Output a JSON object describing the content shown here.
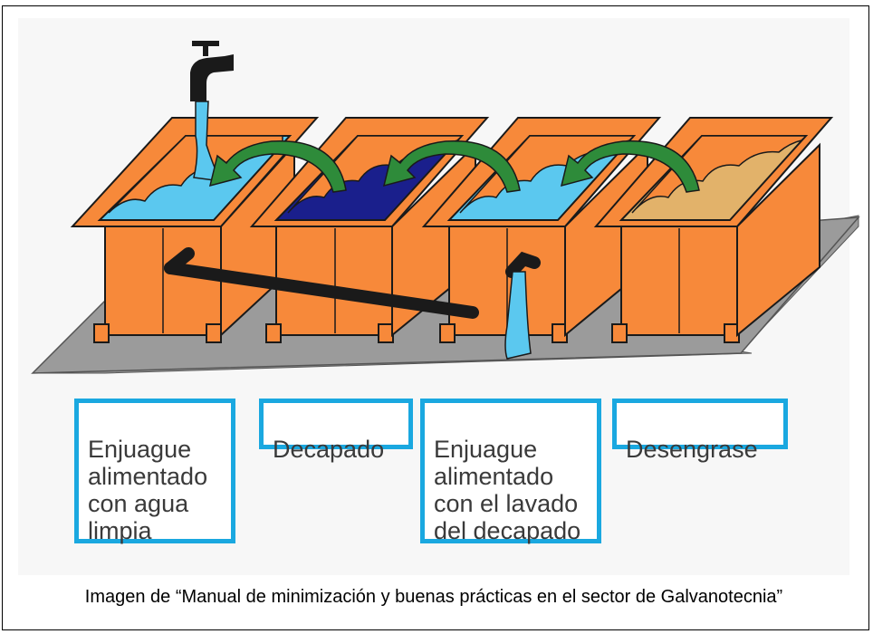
{
  "labels": {
    "rinse_clean_water": "Enjuague\nalimentado\ncon agua\nlimpia",
    "pickling": "Decapado",
    "rinse_pickling_wash": "Enjuague\nalimentado\ncon el lavado\ndel decapado",
    "degreasing": "Desengrase"
  },
  "caption": "Imagen de “Manual  de minimización y buenas prácticas en el sector de Galvanotecnia”",
  "colors": {
    "tank_orange": "#f7893a",
    "outline": "#1a1a1a",
    "clean_water": "#5bc8ef",
    "pickling_liquid": "#1a1f8c",
    "rinse_liquid": "#5bc8ef",
    "degrease_liquid": "#e2b26a",
    "arrow_green": "#2e8b3a",
    "platform_gray": "#9b9b9b",
    "label_border": "#1aa8e0"
  },
  "icons": [
    "water-tap-icon",
    "drain-pipe-icon",
    "flow-arrow-icon"
  ]
}
